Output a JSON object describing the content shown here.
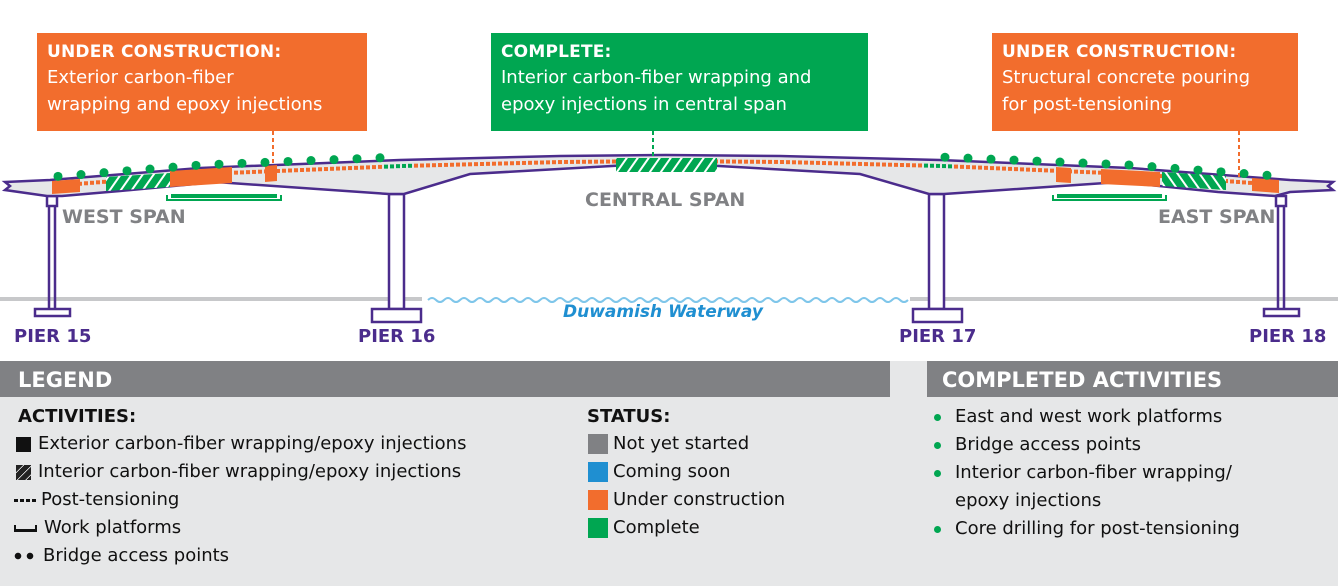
{
  "colors": {
    "under_construction": "#f26d2d",
    "complete": "#00a651",
    "not_yet_started": "#808184",
    "coming_soon": "#1f8fd1",
    "structure": "#4b2c8c",
    "deck_fill": "#e6e7e8",
    "water": "#7fc6ea"
  },
  "callouts": [
    {
      "status": "UNDER CONSTRUCTION:",
      "line1": "Exterior carbon-fiber",
      "line2": "wrapping and epoxy injections",
      "color": "#f26d2d"
    },
    {
      "status": "COMPLETE:",
      "line1": "Interior carbon-fiber wrapping and",
      "line2": "epoxy injections in central span",
      "color": "#00a651"
    },
    {
      "status": "UNDER CONSTRUCTION:",
      "line1": "Structural concrete pouring",
      "line2": "for post-tensioning",
      "color": "#f26d2d"
    }
  ],
  "spans": {
    "west": "WEST SPAN",
    "central": "CENTRAL SPAN",
    "east": "EAST SPAN"
  },
  "piers": [
    "PIER 15",
    "PIER 16",
    "PIER 17",
    "PIER 18"
  ],
  "waterway": "Duwamish Waterway",
  "legend": {
    "title": "LEGEND",
    "activities_title": "ACTIVITIES:",
    "activities": [
      {
        "icon": "solid-square-icon",
        "label": "Exterior carbon-fiber wrapping/epoxy injections"
      },
      {
        "icon": "hatched-square-icon",
        "label": "Interior carbon-fiber wrapping/epoxy injections"
      },
      {
        "icon": "dashed-line-icon",
        "label": "Post-tensioning"
      },
      {
        "icon": "platform-icon",
        "label": "Work platforms"
      },
      {
        "icon": "dots-icon",
        "label": "Bridge access points"
      }
    ],
    "status_title": "STATUS:",
    "statuses": [
      {
        "label": "Not yet started",
        "color": "#808184"
      },
      {
        "label": "Coming soon",
        "color": "#1f8fd1"
      },
      {
        "label": "Under construction",
        "color": "#f26d2d"
      },
      {
        "label": "Complete",
        "color": "#00a651"
      }
    ]
  },
  "completed": {
    "title": "COMPLETED ACTIVITIES",
    "items": [
      "East and west work platforms",
      "Bridge access points",
      "Interior carbon-fiber wrapping/",
      "epoxy injections",
      "Core drilling for post-tensioning"
    ]
  }
}
